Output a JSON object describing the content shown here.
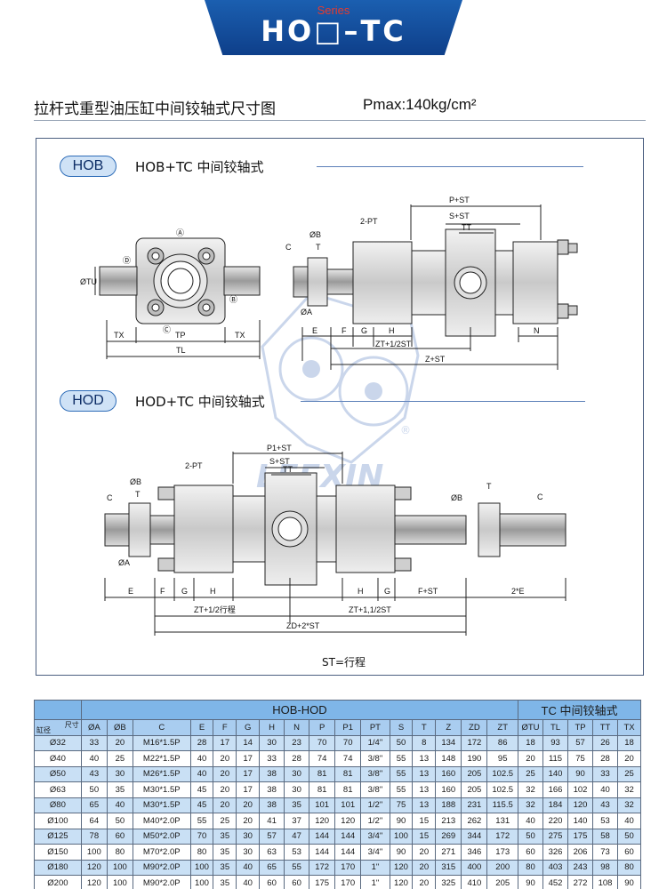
{
  "header": {
    "series_label": "Series",
    "series_name": "HO□–TC"
  },
  "page": {
    "title": "拉杆式重型油压缸中间铰轴式尺寸图",
    "pmax": "Pmax:140kg/cm²"
  },
  "sections": {
    "hob": {
      "tag": "HOB",
      "label": "HOB+TC 中间铰轴式"
    },
    "hod": {
      "tag": "HOD",
      "label": "HOD+TC 中间铰轴式"
    }
  },
  "dimensions": {
    "hob_front": [
      "ØTU",
      "TX",
      "TP",
      "TX",
      "TL",
      "Ⓐ",
      "Ⓑ",
      "Ⓒ",
      "Ⓓ"
    ],
    "hob_side": [
      "2-PT",
      "P+ST",
      "S+ST",
      "TT",
      "C",
      "ØB",
      "T",
      "ØA",
      "E",
      "F",
      "G",
      "H",
      "ZT+1/2ST",
      "Z+ST",
      "N"
    ],
    "hod": [
      "2-PT",
      "P1+ST",
      "S+ST",
      "TT",
      "C",
      "ØB",
      "T",
      "ØA",
      "E",
      "F",
      "G",
      "H",
      "H",
      "G",
      "F+ST",
      "2*E",
      "ØB",
      "T",
      "C",
      "ZT+1/2行程",
      "ZT+1,1/2ST",
      "ZD+2*ST"
    ]
  },
  "watermark": {
    "brand": "LEEXIN",
    "reg": "®"
  },
  "note": "ST=行程",
  "table": {
    "group_main": "HOB-HOD",
    "group_tc": "TC 中间铰轴式",
    "corner_top": "尺寸",
    "corner_bottom": "缸径",
    "columns": [
      "ØA",
      "ØB",
      "C",
      "E",
      "F",
      "G",
      "H",
      "N",
      "P",
      "P1",
      "PT",
      "S",
      "T",
      "Z",
      "ZD",
      "ZT",
      "ØTU",
      "TL",
      "TP",
      "TT",
      "TX"
    ],
    "rows": [
      [
        "Ø32",
        "33",
        "20",
        "M16*1.5P",
        "28",
        "17",
        "14",
        "30",
        "23",
        "70",
        "70",
        "1/4\"",
        "50",
        "8",
        "134",
        "172",
        "86",
        "18",
        "93",
        "57",
        "26",
        "18"
      ],
      [
        "Ø40",
        "40",
        "25",
        "M22*1.5P",
        "40",
        "20",
        "17",
        "33",
        "28",
        "74",
        "74",
        "3/8\"",
        "55",
        "13",
        "148",
        "190",
        "95",
        "20",
        "115",
        "75",
        "28",
        "20"
      ],
      [
        "Ø50",
        "43",
        "30",
        "M26*1.5P",
        "40",
        "20",
        "17",
        "38",
        "30",
        "81",
        "81",
        "3/8\"",
        "55",
        "13",
        "160",
        "205",
        "102.5",
        "25",
        "140",
        "90",
        "33",
        "25"
      ],
      [
        "Ø63",
        "50",
        "35",
        "M30*1.5P",
        "45",
        "20",
        "17",
        "38",
        "30",
        "81",
        "81",
        "3/8\"",
        "55",
        "13",
        "160",
        "205",
        "102.5",
        "32",
        "166",
        "102",
        "40",
        "32"
      ],
      [
        "Ø80",
        "65",
        "40",
        "M30*1.5P",
        "45",
        "20",
        "20",
        "38",
        "35",
        "101",
        "101",
        "1/2\"",
        "75",
        "13",
        "188",
        "231",
        "115.5",
        "32",
        "184",
        "120",
        "43",
        "32"
      ],
      [
        "Ø100",
        "64",
        "50",
        "M40*2.0P",
        "55",
        "25",
        "20",
        "41",
        "37",
        "120",
        "120",
        "1/2\"",
        "90",
        "15",
        "213",
        "262",
        "131",
        "40",
        "220",
        "140",
        "53",
        "40"
      ],
      [
        "Ø125",
        "78",
        "60",
        "M50*2.0P",
        "70",
        "35",
        "30",
        "57",
        "47",
        "144",
        "144",
        "3/4\"",
        "100",
        "15",
        "269",
        "344",
        "172",
        "50",
        "275",
        "175",
        "58",
        "50"
      ],
      [
        "Ø150",
        "100",
        "80",
        "M70*2.0P",
        "80",
        "35",
        "30",
        "63",
        "53",
        "144",
        "144",
        "3/4\"",
        "90",
        "20",
        "271",
        "346",
        "173",
        "60",
        "326",
        "206",
        "73",
        "60"
      ],
      [
        "Ø180",
        "120",
        "100",
        "M90*2.0P",
        "100",
        "35",
        "40",
        "65",
        "55",
        "172",
        "170",
        "1\"",
        "120",
        "20",
        "315",
        "400",
        "200",
        "80",
        "403",
        "243",
        "98",
        "80"
      ],
      [
        "Ø200",
        "120",
        "100",
        "M90*2.0P",
        "100",
        "35",
        "40",
        "60",
        "60",
        "175",
        "170",
        "1\"",
        "120",
        "20",
        "325",
        "410",
        "205",
        "90",
        "452",
        "272",
        "108",
        "90"
      ]
    ]
  }
}
